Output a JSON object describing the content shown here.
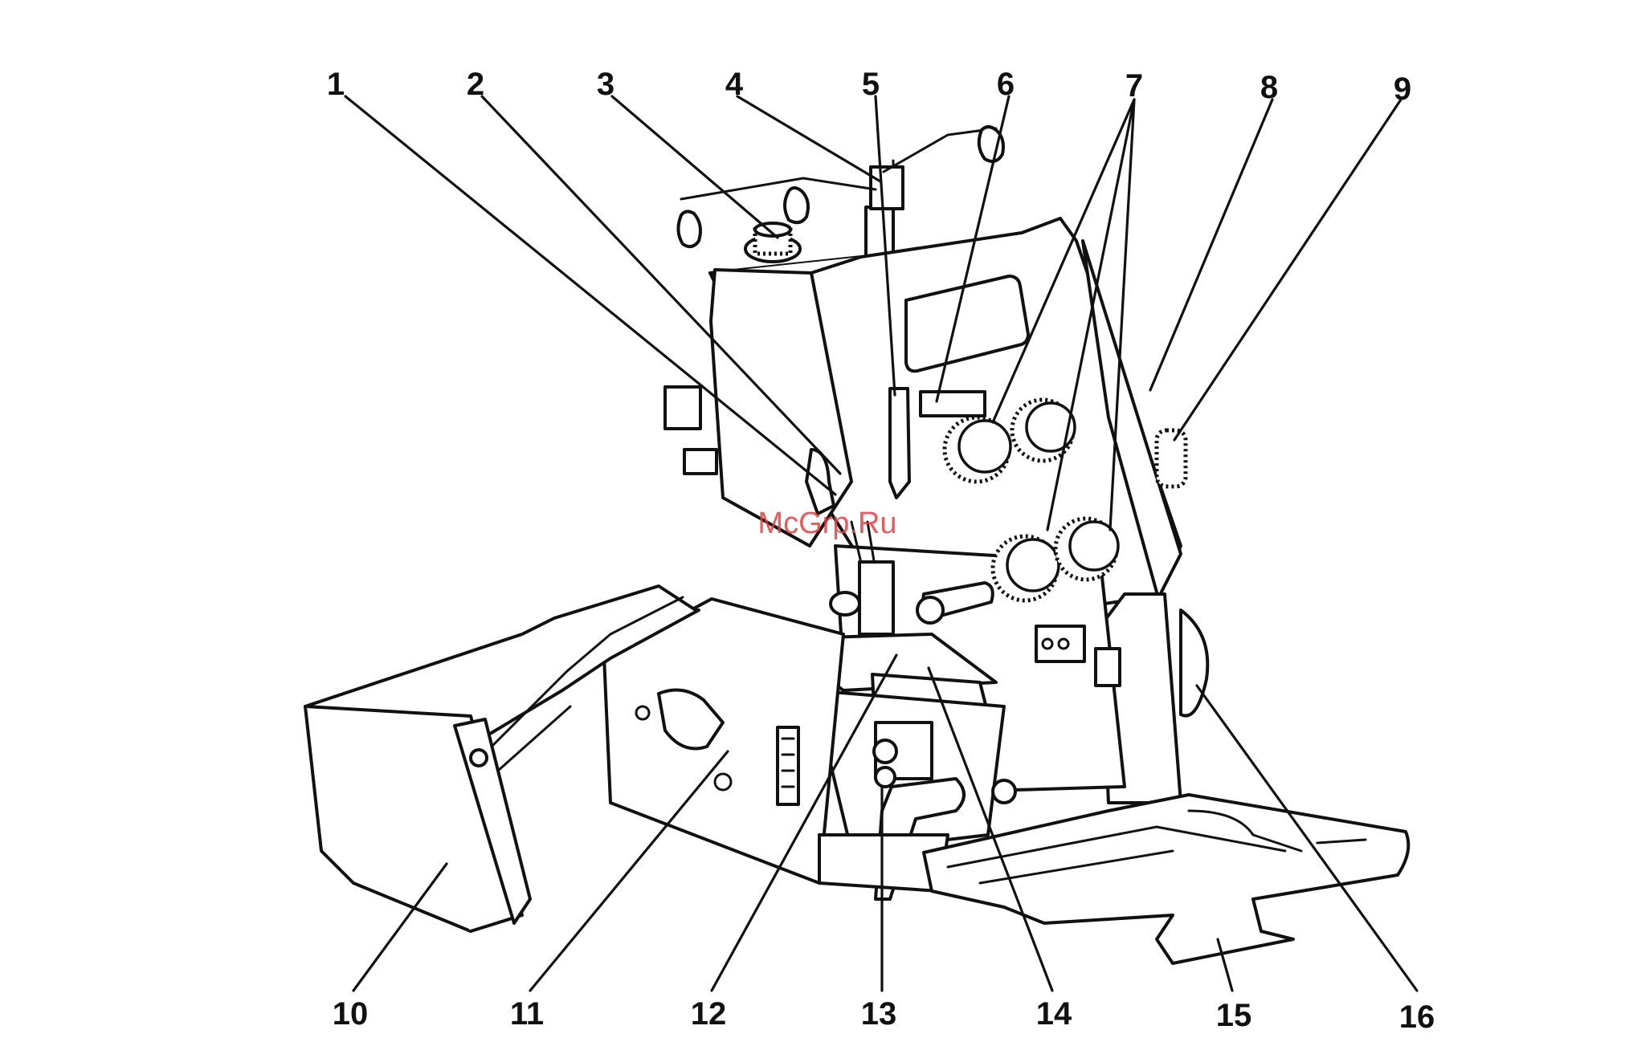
{
  "callouts": [
    "1",
    "2",
    "3",
    "4",
    "5",
    "6",
    "7",
    "8",
    "9",
    "10",
    "11",
    "12",
    "13",
    "14",
    "15",
    "16"
  ],
  "watermark": "McGrp.Ru",
  "colors": {
    "ink": "#111111",
    "watermark": "#e04040",
    "background": "#ffffff"
  }
}
